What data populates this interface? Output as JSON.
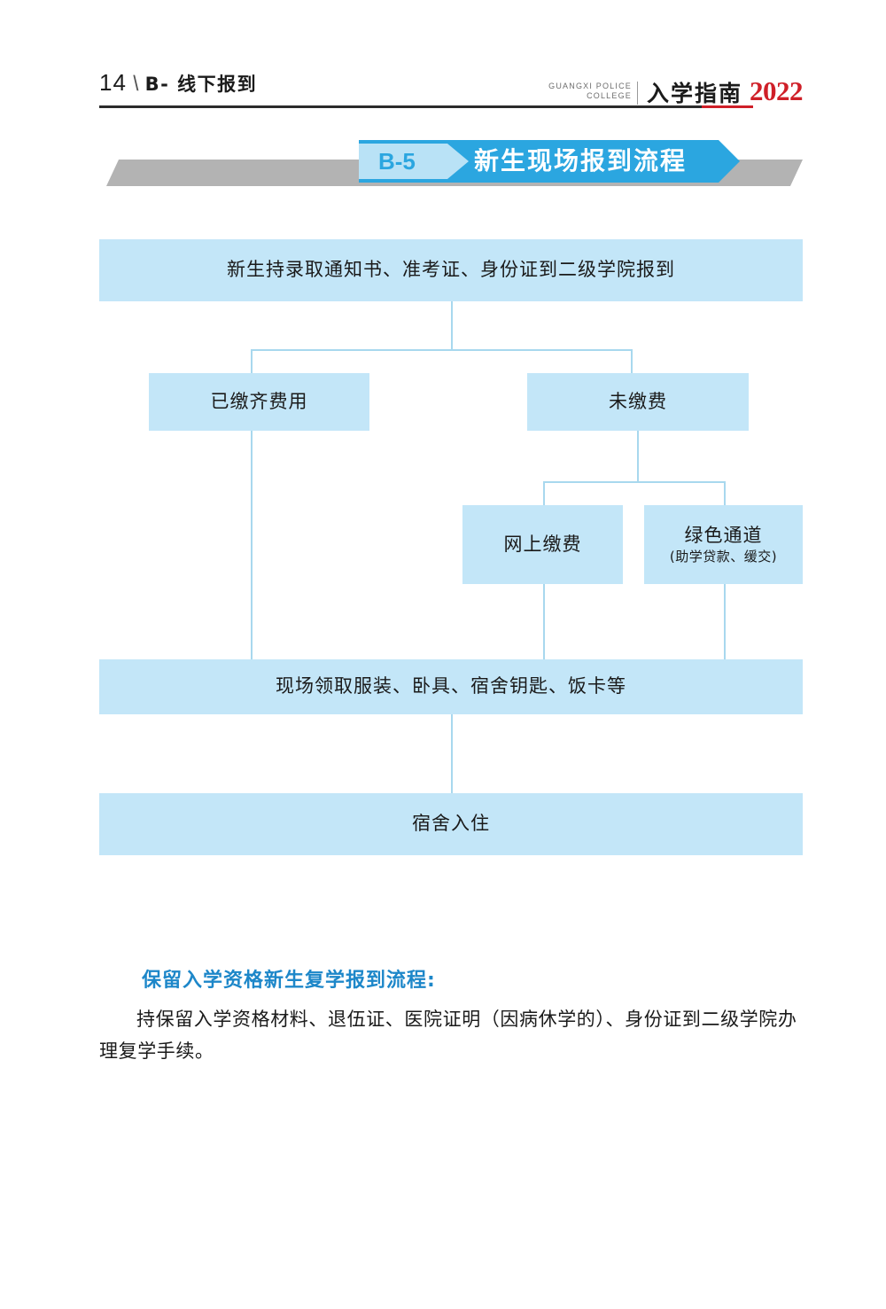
{
  "header": {
    "page_number": "14",
    "divider_glyph": "\\",
    "section_label": "B- 线下报到",
    "brand_en_line1": "GUANGXI POLICE",
    "brand_en_line2": "COLLEGE",
    "brand_cn": "入学指南",
    "brand_year": "2022",
    "accent_red": "#cf1f28"
  },
  "banner": {
    "tag": "B-5",
    "title": "新生现场报到流程",
    "blue": "#2ba6e0",
    "tag_blue": "#b9e2f6",
    "gray": "#b3b3b3"
  },
  "flowchart": {
    "type": "flow-diagram",
    "node_fill": "#c3e6f8",
    "connector_color": "#a8d8ee",
    "nodes": [
      {
        "id": "n1",
        "label": "新生持录取通知书、准考证、身份证到二级学院报到",
        "sub": ""
      },
      {
        "id": "n2",
        "label": "已缴齐费用",
        "sub": ""
      },
      {
        "id": "n3",
        "label": "未缴费",
        "sub": ""
      },
      {
        "id": "n4",
        "label": "网上缴费",
        "sub": ""
      },
      {
        "id": "n5",
        "label": "绿色通道",
        "sub": "(助学贷款、缓交)"
      },
      {
        "id": "n6",
        "label": "现场领取服装、卧具、宿舍钥匙、饭卡等",
        "sub": ""
      },
      {
        "id": "n7",
        "label": "宿舍入住",
        "sub": ""
      }
    ],
    "edges": [
      {
        "from": "n1",
        "to": "n2"
      },
      {
        "from": "n1",
        "to": "n3"
      },
      {
        "from": "n3",
        "to": "n4"
      },
      {
        "from": "n3",
        "to": "n5"
      },
      {
        "from": "n2",
        "to": "n6"
      },
      {
        "from": "n4",
        "to": "n6"
      },
      {
        "from": "n5",
        "to": "n6"
      },
      {
        "from": "n6",
        "to": "n7"
      }
    ]
  },
  "bottom": {
    "heading": "保留入学资格新生复学报到流程:",
    "paragraph": "持保留入学资格材料、退伍证、医院证明（因病休学的）、身份证到二级学院办理复学手续。",
    "heading_color": "#1d87c9"
  }
}
